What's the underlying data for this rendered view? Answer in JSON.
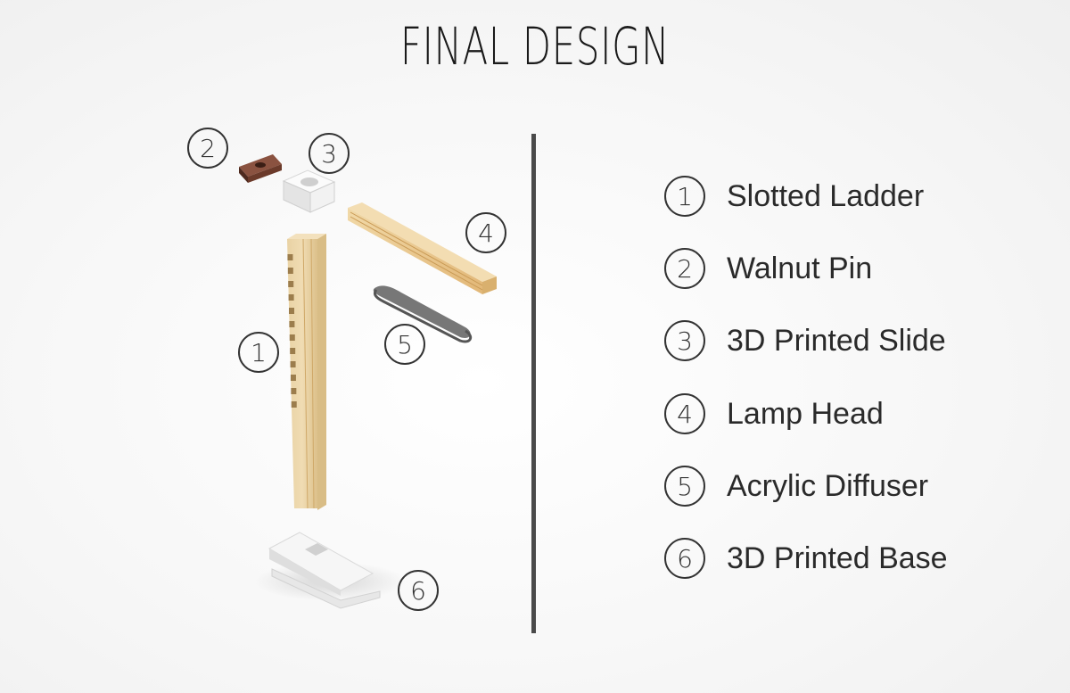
{
  "title": "FINAL DESIGN",
  "callouts": [
    {
      "number": "1"
    },
    {
      "number": "2"
    },
    {
      "number": "3"
    },
    {
      "number": "4"
    },
    {
      "number": "5"
    },
    {
      "number": "6"
    }
  ],
  "legend": [
    {
      "number": "1",
      "label": "Slotted Ladder"
    },
    {
      "number": "2",
      "label": "Walnut Pin"
    },
    {
      "number": "3",
      "label": "3D Printed Slide"
    },
    {
      "number": "4",
      "label": "Lamp Head"
    },
    {
      "number": "5",
      "label": "Acrylic Diffuser"
    },
    {
      "number": "6",
      "label": "3D Printed Base"
    }
  ],
  "colors": {
    "wood": "#ead3a3",
    "walnut": "#6b3a2a",
    "plastic": "#f4f4f4",
    "acrylic": "#6d6d6d",
    "divider": "#4a4a4a"
  }
}
